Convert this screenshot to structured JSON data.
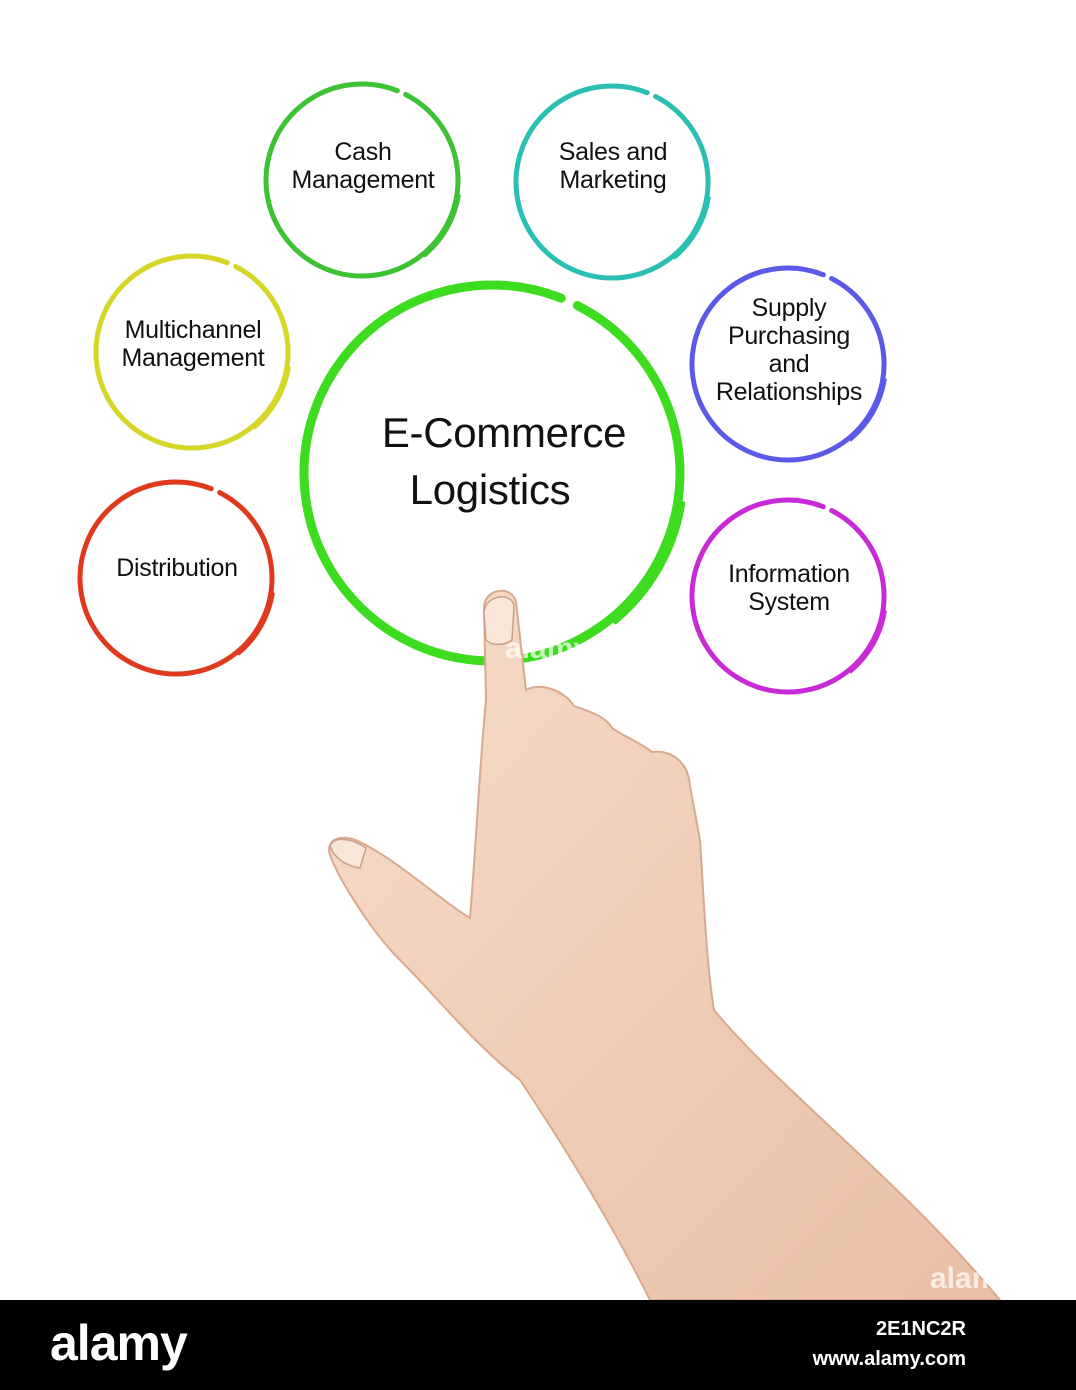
{
  "diagram": {
    "center": {
      "label_line1": "E-Commerce",
      "label_line2": "Logistics",
      "color": "#3ddc1f"
    },
    "nodes": [
      {
        "label": "Cash\nManagement",
        "color": "#3cc232"
      },
      {
        "label": "Sales and\nMarketing",
        "color": "#2bbfb4"
      },
      {
        "label": "Multichannel\nManagement",
        "color": "#d6d628"
      },
      {
        "label": "Supply\nPurchasing\nand\nRelationships",
        "color": "#5a5ae6"
      },
      {
        "label": "Distribution",
        "color": "#e03a1e"
      },
      {
        "label": "Information\nSystem",
        "color": "#c82ad6"
      }
    ]
  },
  "photo": {
    "subject": "hand-pointing-icon"
  },
  "footer": {
    "brand": "alamy",
    "image_id": "2E1NC2R",
    "url": "www.alamy.com",
    "watermark": "alamy"
  }
}
